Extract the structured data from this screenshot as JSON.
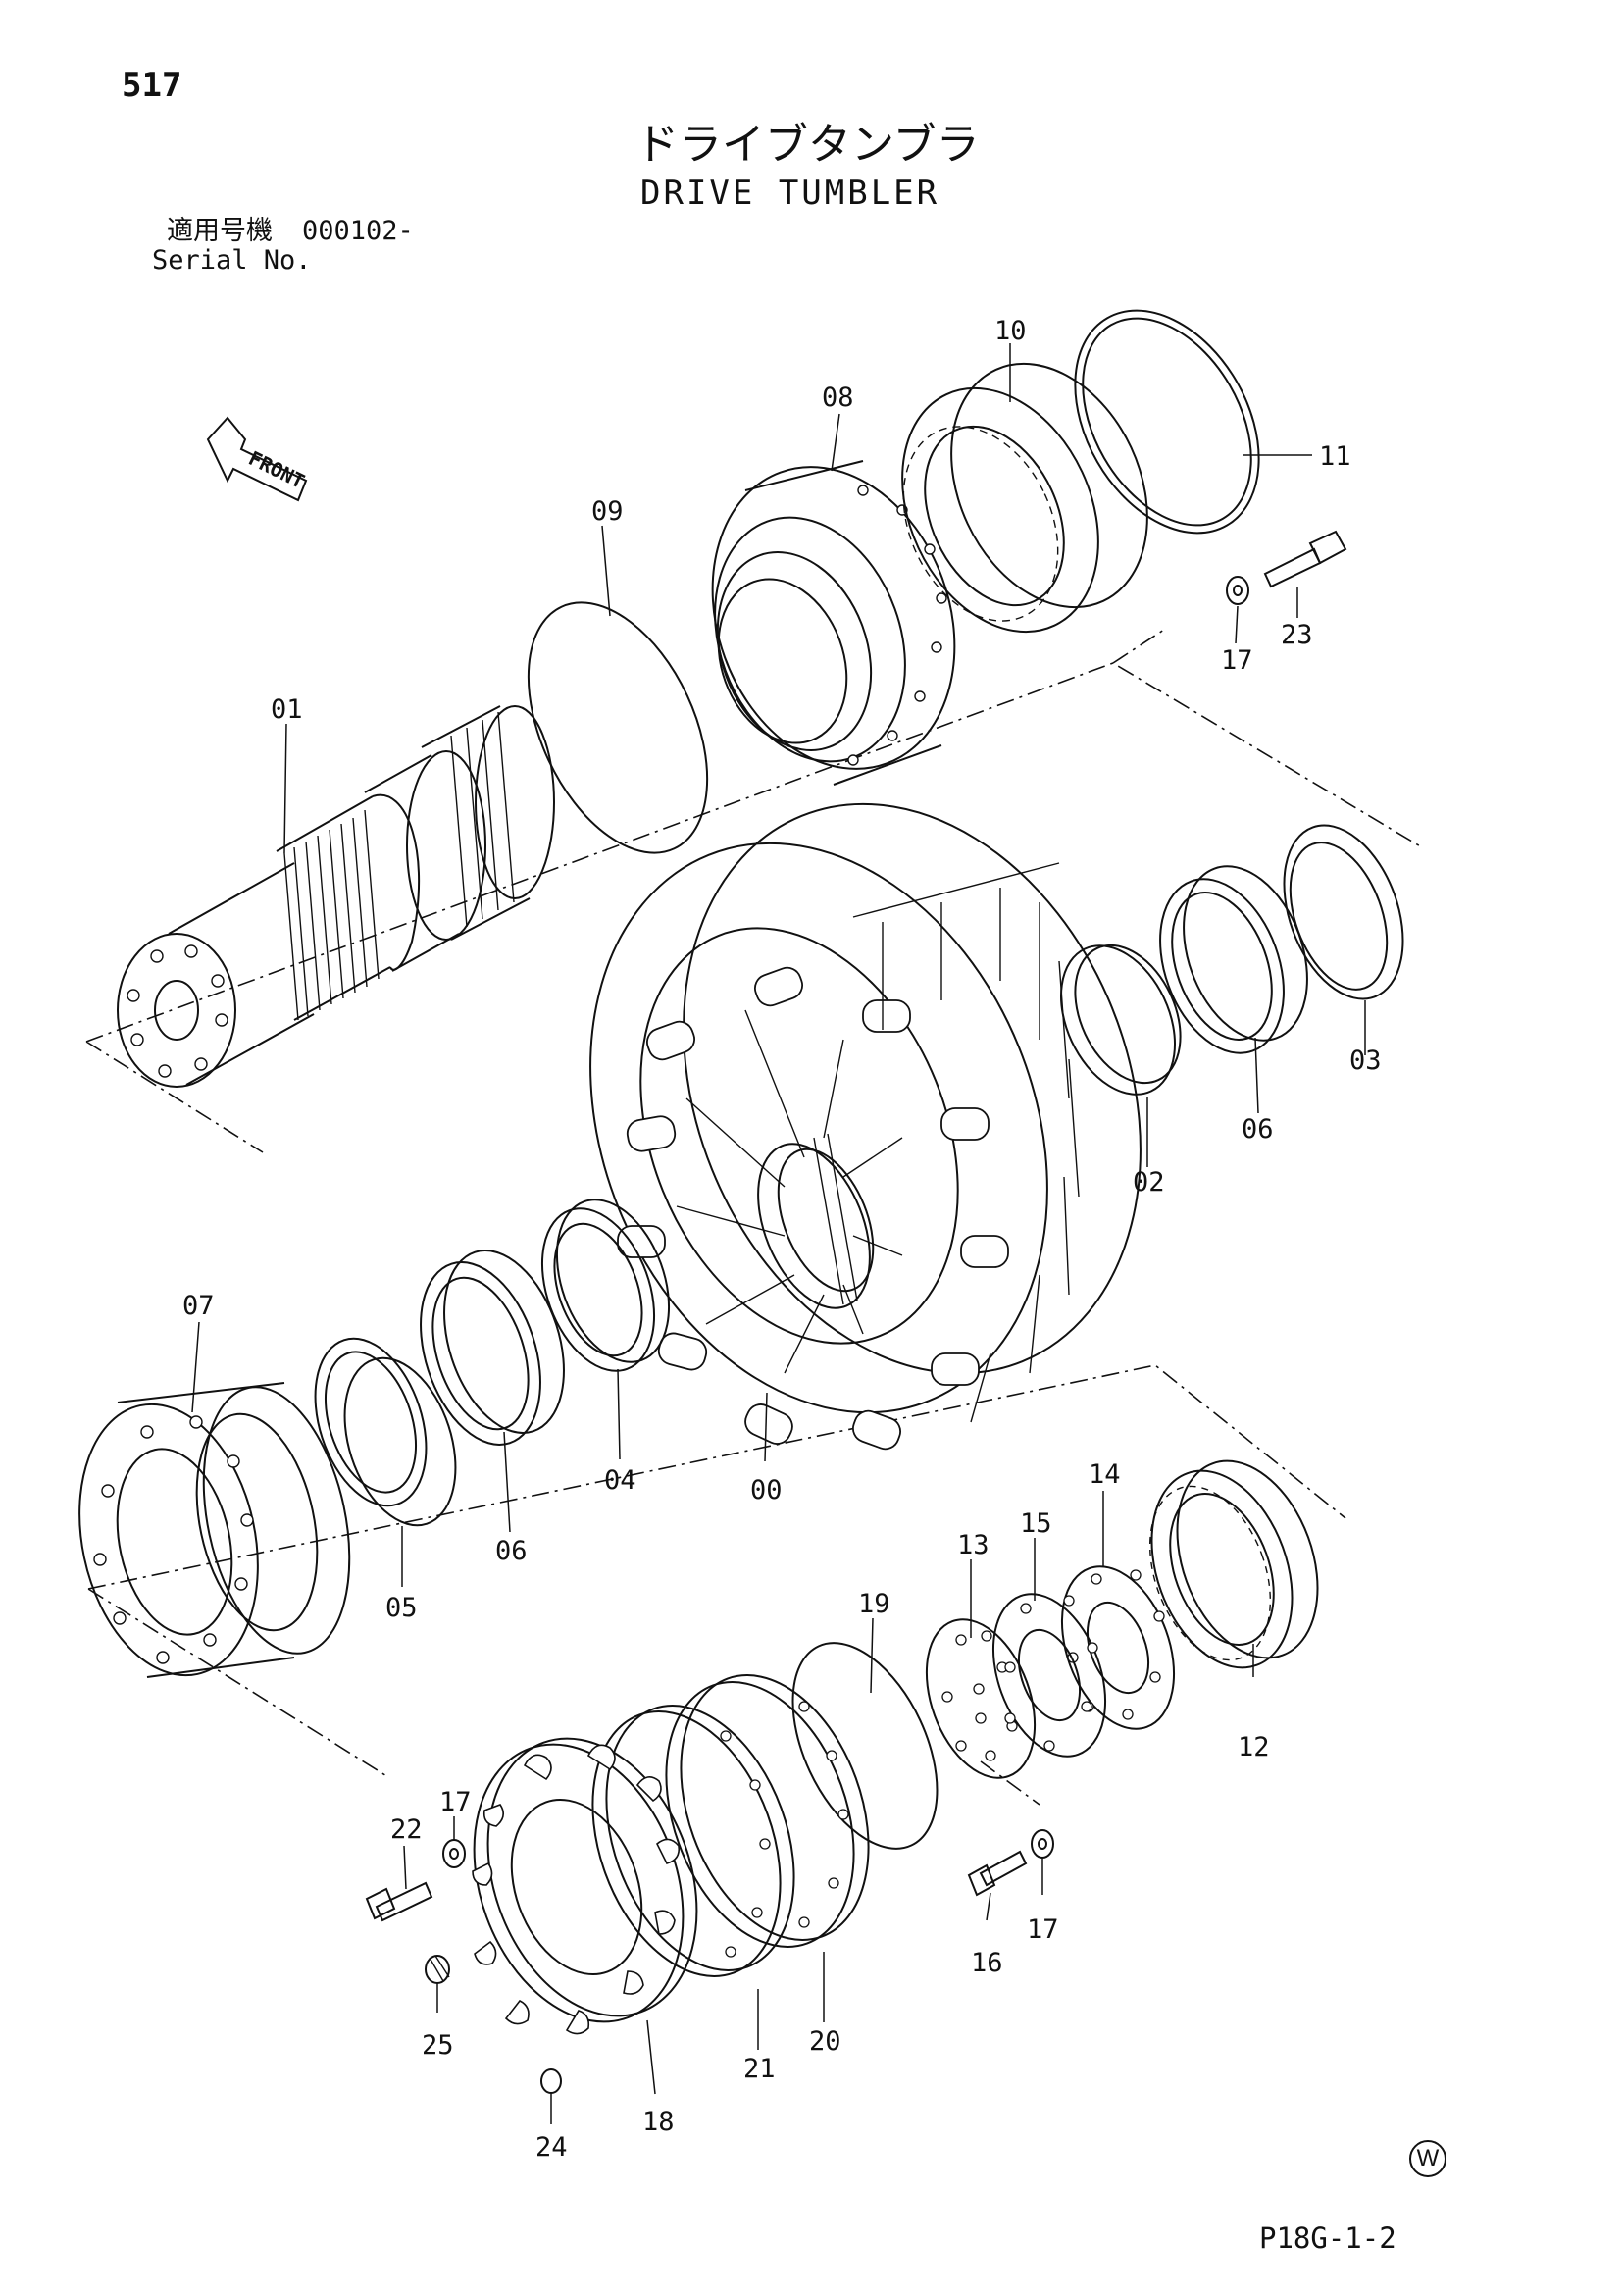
{
  "page_number": "517",
  "title_jp": "ドライブタンブラ",
  "title_en": "DRIVE TUMBLER",
  "serial": {
    "label_jp": "適用号機",
    "value": "000102-",
    "label_en": "Serial No."
  },
  "front_label": "FRONT",
  "footer": {
    "mark": "W",
    "code": "P18G-1-2"
  },
  "callouts": {
    "p00": "00",
    "p01": "01",
    "p02": "02",
    "p03": "03",
    "p04": "04",
    "p05": "05",
    "p06a": "06",
    "p06b": "06",
    "p07": "07",
    "p08": "08",
    "p09": "09",
    "p10": "10",
    "p11": "11",
    "p12": "12",
    "p13": "13",
    "p14": "14",
    "p15": "15",
    "p16": "16",
    "p17a": "17",
    "p17b": "17",
    "p17c": "17",
    "p18": "18",
    "p19": "19",
    "p20": "20",
    "p21": "21",
    "p22": "22",
    "p23": "23",
    "p24": "24",
    "p25": "25"
  }
}
